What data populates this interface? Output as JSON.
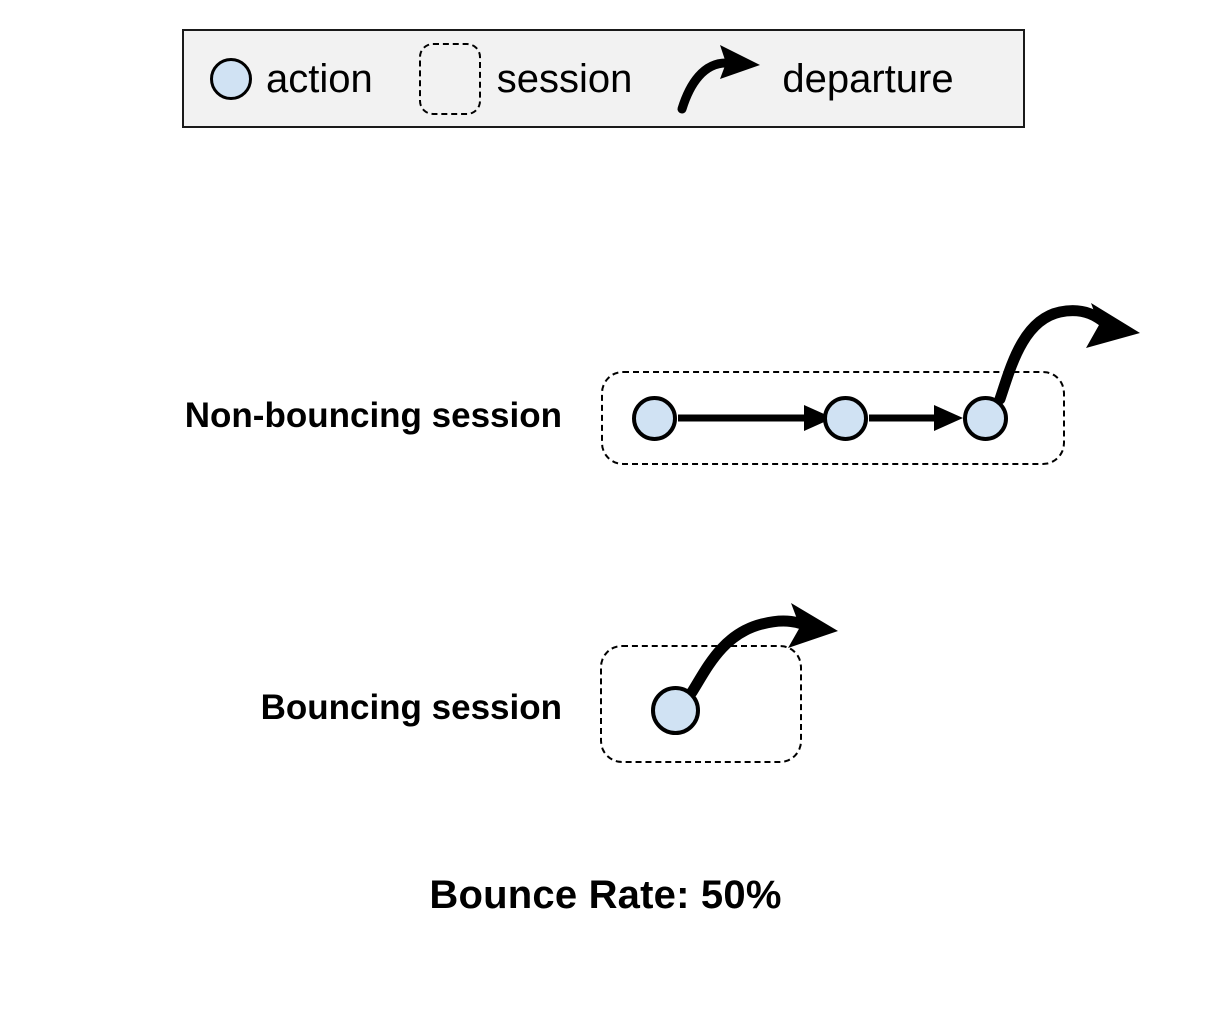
{
  "legend": {
    "items": [
      {
        "icon": "circle-node-icon",
        "label": "action"
      },
      {
        "icon": "dashed-box-icon",
        "label": "session"
      },
      {
        "icon": "curved-arrow-icon",
        "label": "departure"
      }
    ]
  },
  "rows": [
    {
      "id": "non-bouncing",
      "label": "Non-bouncing session",
      "action_count": 3,
      "has_departure": true
    },
    {
      "id": "bouncing",
      "label": "Bouncing session",
      "action_count": 1,
      "has_departure": true
    }
  ],
  "footer": {
    "bounce_rate_text": "Bounce Rate: 50%"
  },
  "colors": {
    "action_fill": "#d0e2f3",
    "stroke": "#000000",
    "legend_background": "#f2f2f2",
    "page_background": "#ffffff"
  },
  "chart_data": {
    "type": "diagram",
    "title": "Bounce Rate: 50%",
    "sessions": [
      {
        "name": "Non-bouncing session",
        "actions": 3,
        "bounced": false
      },
      {
        "name": "Bouncing session",
        "actions": 1,
        "bounced": true
      }
    ],
    "bounce_rate_percent": 50
  }
}
